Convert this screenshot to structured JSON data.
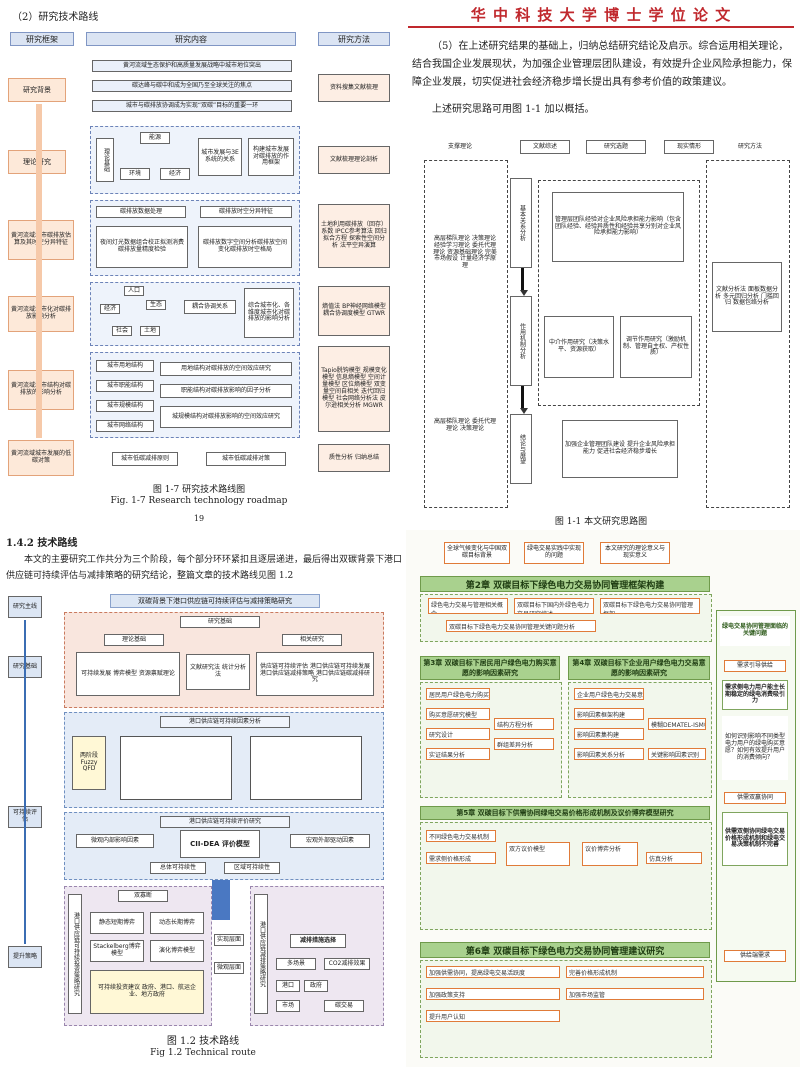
{
  "p1": {
    "heading": "（2）研究技术路线",
    "cols": [
      "研究框架",
      "研究内容",
      "研究方法"
    ],
    "stages": [
      "研究背景",
      "理论研究",
      "黄河流域城市碳排放估算及其时空分异特征",
      "黄河流域城市化对碳排放影响分析",
      "黄河流域城市结构对碳排放的影响分析",
      "黄河流域城市发展的低碳对策"
    ],
    "bg_items": [
      "黄河流域生态保护和高质量发展战略中城市地位突出",
      "碳达峰与碳中和成为全国乃至全球关注的焦点",
      "城市与碳排放协调成为实现“双碳”目标的重要一环"
    ],
    "theory": [
      "理论基础",
      "能源",
      "环境",
      "经济",
      "城市发展与3E系统的关系",
      "构建城市发展对碳排放的作用框架"
    ],
    "est": [
      "碳排放数据处理",
      "碳排放时空分异特征",
      "夜间灯光数据组合校正拟测消费碳排放量精度检验",
      "碳排放数字空间分析碳排放空间变化碳排放时空格局"
    ],
    "urb": [
      "人口",
      "经济",
      "生态",
      "社会",
      "土地",
      "耦合协调关系",
      "综合城市化、各维度城市化对碳排放的影响分析"
    ],
    "struct": [
      "城市用地结构",
      "城市职能结构",
      "城市规模结构",
      "城市网络结构",
      "用地结构对碳排放的空间效应研究",
      "职能结构对碳排放影响的因子分析",
      "城规模结构对碳排放影响的空间效应研究"
    ],
    "policy": [
      "城市低碳减排原则",
      "城市低碳减排对策"
    ],
    "methods": [
      "资料搜集文献梳理",
      "文献梳理理论剖析",
      "土地利用碳排放（回存）系数 IPCC参考算法 回归拟合方程 探索性空间分析 法平空异演算",
      "熵值法 BP神经网络模型 耦合协调度模型 GTWR",
      "Tapio脱钩模型 规模变化模型 信息熵模型 空间计量模型 区位熵模型 双变量空间自相关 迭代回归模型 社会网络分析法 皮尔逊相关分析 MGWR",
      "质性分析 归纳总结"
    ],
    "caption_cn": "图 1-7 研究技术路线图",
    "caption_en": "Fig. 1-7 Research technology roadmap",
    "page_num": "19"
  },
  "p2": {
    "header": "华 中 科 技 大 学 博 士 学 位 论 文",
    "para1": "（5）在上述研究结果的基础上，归纳总结研究结论及启示。综合运用相关理论，结合我国企业发展现状，为加强企业管理层团队建设，有效提升企业风险承担能力，保障企业发展，切实促进社会经济稳步增长提出具有参考价值的政策建议。",
    "para2": "上述研究思路可用图 1-1 加以概括。",
    "top_labels": [
      "支撑理论",
      "文献综述",
      "研究选题",
      "现实情形",
      "研究方法"
    ],
    "left_theory1": "高层梯队理论 决策理论 经验学习理论 委托代理理论 资源基础理论 完美市场假设 计量经济学原理",
    "left_theory2": "高层梯队理论 委托代理理论 决策理论",
    "mid_col": [
      "基本关系分析",
      "作用机制分析",
      "结论与展望"
    ],
    "box_main": "管理层团队经验对企业风险承担能力影响（包含团队经验、经验异质性和经验共享分别对企业风险承担能力影响）",
    "box_med": "中介作用研究（决策水平、资源获取）",
    "box_mod": "调节作用研究（激励机制、管理自主权、产权性质）",
    "box_end": "加强企业管理团队建设 提升企业风险承担能力 促进社会经济稳步增长",
    "methods": "文献分析法 面板数据分析 多元回归分析 门槛回归 数据包络分析",
    "caption": "图 1-1 本文研究思路图"
  },
  "p3": {
    "heading": "1.4.2  技术路线",
    "para": "本文的主要研究工作共分为三个阶段，每个部分环环紧扣且逐层递进，最后得出双碳背景下港口供应链可持续评估与减排策略的研究结论，整篇文章的技术路线见图 1.2",
    "title_bar": "双碳背景下港口供应链可持续评估与减排策略研究",
    "left_col": [
      "研究主线",
      "研究基础",
      "可持续评估",
      "提升策略"
    ],
    "found": [
      "研究基础",
      "理论基础",
      "相关研究",
      "可持续发展 博弈模型 资源禀赋理论",
      "文献研究法 统计分析法",
      "供应链可持续评估 港口供应链可持续发展 港口供应链减排策略 港口供应链碳减排研究"
    ],
    "fuzzy": "两阶段 Fuzzy QFD",
    "fuzzy_title": "港口供应链可持续因素分析",
    "cii_title": "港口供应链可持续评价研究",
    "cii": "CII-DEA 评价模型",
    "cii_left": "微观内部影响因素",
    "cii_right": "宏观外部驱动因素",
    "cii_bottom": [
      "总体可持续性",
      "区域可持续性"
    ],
    "game": [
      "双寡断",
      "静态短期博弈",
      "动态长期博弈",
      "Stackelberg博弈模型",
      "演化博弈模型",
      "可持续投资建议 政府、港口、航运企业、地方政府"
    ],
    "right_game": [
      "减排措施选择",
      "多场景",
      "CO2减排效果",
      "港口",
      "政府",
      "市场",
      "碳交易"
    ],
    "side_labels": [
      "港口供应链可持续投资策略研究",
      "港口供应链减排策略研究"
    ],
    "mid_labels": [
      "实现层面",
      "微观层面"
    ],
    "caption_cn": "图 1.2  技术路线",
    "caption_en": "Fig 1.2   Technical route"
  },
  "p4": {
    "top_items": [
      "全球气候变化与中国双碳目标背景",
      "绿电交易实践中实现的问题",
      "本文研究的理论意义与现实意义"
    ],
    "ch2": "第2章  双碳目标下绿色电力交易协同管理框架构建",
    "ch2_items": [
      "绿色电力交易与管理相关概念",
      "双碳目标下国内外绿色电力交易研究综述",
      "双碳目标下绿色电力交易协同管理框架",
      "双碳目标下绿色电力交易协同管理关键问题分析"
    ],
    "ch3": "第3章  双碳目标下居民用户绿色电力购买意愿的影响因素研究",
    "ch4": "第4章  双碳目标下企业用户绿色电力交易意愿的影响因素研究",
    "ch5": "第5章  双碳目标下供需协同绿电交易价格形成机制及议价博弈模型研究",
    "ch6": "第6章  双碳目标下绿色电力交易协同管理建议研究",
    "right_title": "绿电交易协同管理面临的关键问题",
    "right_items": [
      "需求引导供给",
      "需求侧电力用户能主长期稳定的绿电消费吸引力",
      "如何识别影响不同类型电力用户的绿电购买意愿？如何有效提升用户的消费倾向？",
      "供需双赢协同",
      "供需双侧协同绿电交易价格形成机制和绿电交易决策机制不完善",
      "供给端需求"
    ],
    "ch3_items": [
      "居民用户绿色电力购买意愿研究假设",
      "购买意愿研究模型",
      "研究设计",
      "实证结果分析",
      "结构方程分析",
      "群组差异分析"
    ],
    "ch4_items": [
      "企业用户绿色电力交易意愿研究假设",
      "影响因素框架构建",
      "影响因素集构建",
      "模糊DEMATEL-ISM模型",
      "影响因素关系分析",
      "关键影响因素识别"
    ],
    "ch5_items": [
      "不同绿色电力交易机制",
      "需求侧价格形成",
      "双方议价模型",
      "议价博弈分析",
      "仿真分析"
    ],
    "ch6_items": [
      "加强供需协同，提高绿电交易活跃度",
      "完善价格形成机制",
      "加强政策支持",
      "加强市场监管",
      "提升用户认知"
    ]
  }
}
